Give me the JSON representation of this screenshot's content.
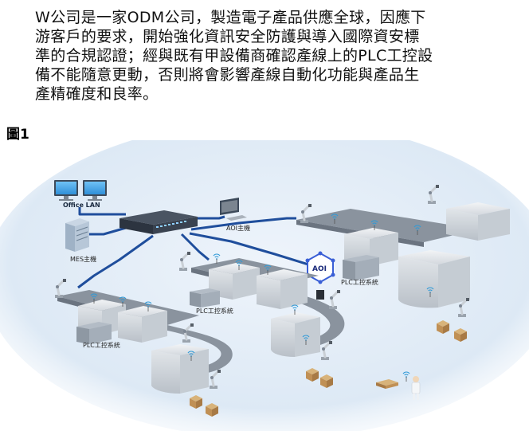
{
  "paragraph": {
    "lines": [
      "W公司是一家ODM公司，製造電子產品供應全球，因應下",
      "游客戶的要求，開始強化資訊安全防護與導入國際資安標",
      "準的合規認證；經與既有甲設備商確認產線上的PLC工控設",
      "備不能隨意更動，否則將會影響產線自動化功能與產品生",
      "產精確度和良率。"
    ]
  },
  "figure": {
    "label": "圖1",
    "nodes": {
      "office_lan": "Office LAN",
      "aoi_host": "AOI主機",
      "mes_host": "MES主機",
      "aoi": "AOI",
      "plc_right": "PLC工控系統",
      "plc_middle": "PLC工控系統",
      "plc_left": "PLC工控系統"
    },
    "colors": {
      "network_link": "#1f4e9c",
      "switch_body": "#2c3440",
      "background_tint": "#dde9f5",
      "machine_body": "#e4e7ea",
      "conveyor": "#7d8794",
      "aoi_hex": "#3a5fd6"
    }
  }
}
